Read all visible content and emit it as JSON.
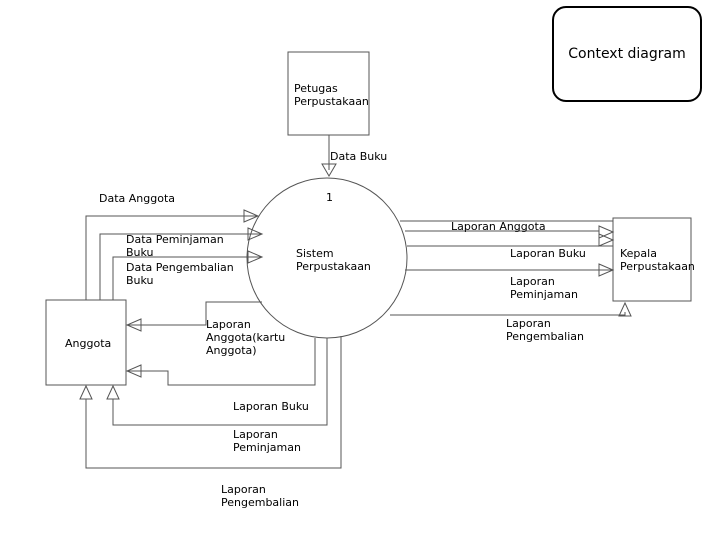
{
  "title": "Context diagram",
  "process": {
    "number": "1",
    "name": "Sistem\nPerpustakaan"
  },
  "entities": {
    "petugas": "Petugas\nPerpustakaan",
    "kepala": "Kepala\nPerpustakaan",
    "anggota": "Anggota"
  },
  "flows": {
    "data_buku": "Data Buku",
    "data_anggota": "Data Anggota",
    "data_peminjaman": "Data Peminjaman\nBuku",
    "data_pengembalian": "Data Pengembalian\nBuku",
    "kepala_laporan_anggota": "Laporan Anggota",
    "kepala_laporan_buku": "Laporan Buku",
    "kepala_laporan_peminjaman": "Laporan\nPeminjaman",
    "kepala_laporan_pengembalian": "Laporan\nPengembalian",
    "anggota_laporan_kartu": "Laporan\nAnggota(kartu\nAnggota)",
    "anggota_laporan_buku": "Laporan Buku",
    "anggota_laporan_peminjaman": "Laporan\nPeminjaman",
    "anggota_laporan_pengembalian": "Laporan\nPengembalian"
  }
}
